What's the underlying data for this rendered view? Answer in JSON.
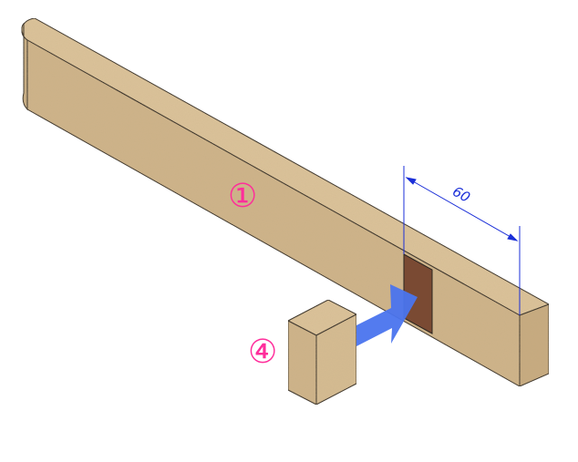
{
  "labels": {
    "beam": "①",
    "block": "④"
  },
  "dimension": {
    "value": "60"
  },
  "colors": {
    "wood_top": "#dcc39a",
    "wood_front": "#cfb48a",
    "wood_end": "#c8ac80",
    "notch": "#7a4a33",
    "arrow": "#4a74ee",
    "dimension_line": "#1b2fd8",
    "label_color": "#ff2d9b",
    "outline": "#2a2520"
  }
}
